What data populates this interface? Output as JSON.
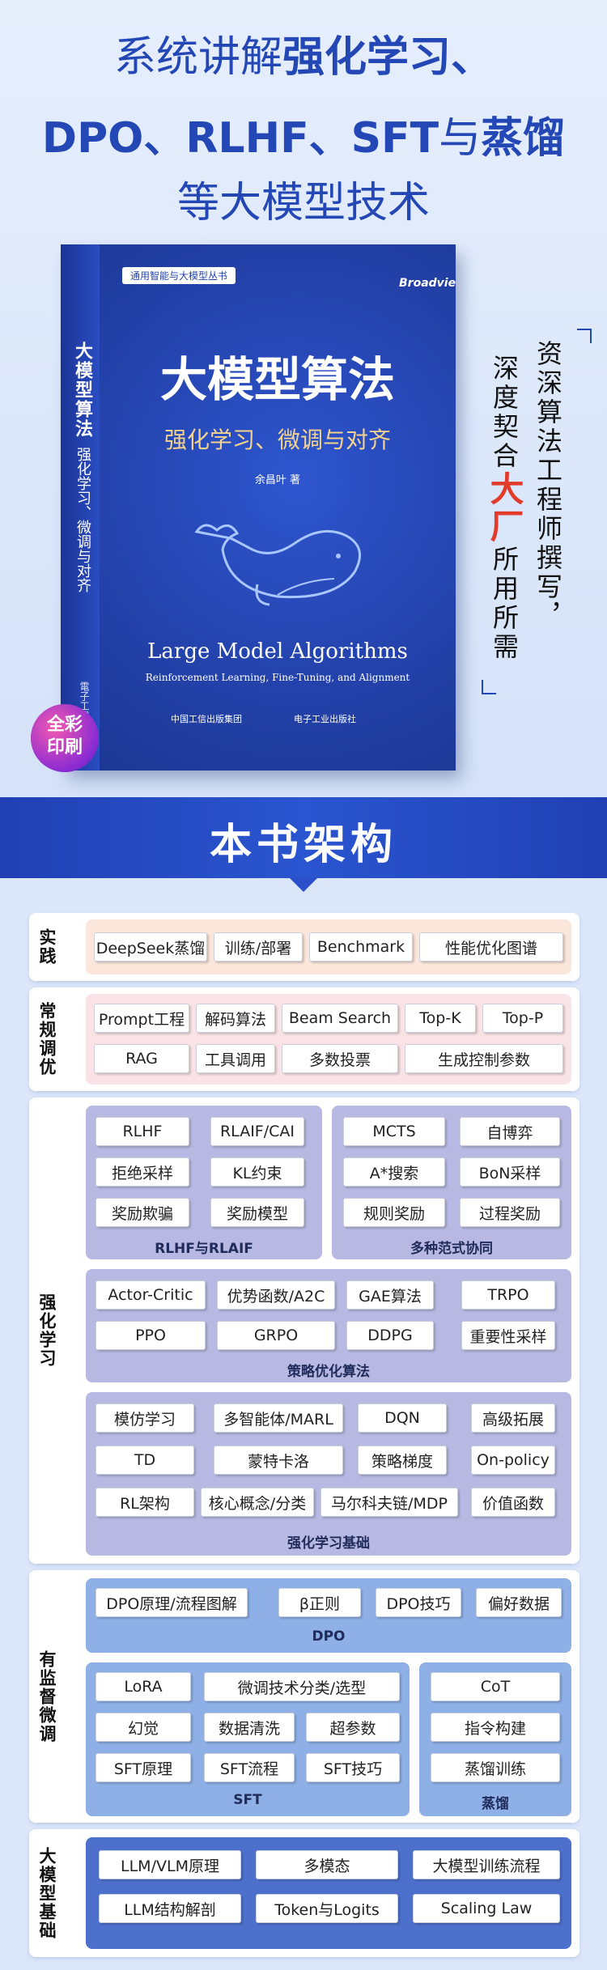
{
  "hero": {
    "line1_normal": "系统讲解",
    "line1_bold": "强化学习、",
    "line2_a": "DPO、RLHF、SFT",
    "line2_b": "与",
    "line2_c": "蒸馏",
    "line3": "等大模型技术"
  },
  "book": {
    "series": "通用智能与大模型丛书",
    "publisher_logo": "Broadview",
    "title": "大模型算法",
    "subtitle": "强化学习、微调与对齐",
    "author": "余昌叶 著",
    "title_en": "Large Model Algorithms",
    "subtitle_en": "Reinforcement Learning, Fine-Tuning, and Alignment",
    "publisher_1": "中国工信出版集团",
    "publisher_2": "电子工业出版社",
    "spine_title": "大模型算法",
    "spine_sub": "强化学习、微调与对齐",
    "spine_pub": "電子工業出版社"
  },
  "badge": {
    "line1": "全彩",
    "line2": "印刷"
  },
  "slogan": {
    "col1": "资深算法工程师撰写，",
    "col2_a": "深度契合",
    "col2_red": "大厂",
    "col2_b": "所用所需"
  },
  "banner": {
    "title": "本书架构"
  },
  "sections": {
    "practice": {
      "label": "实践",
      "chips": [
        "DeepSeek蒸馏",
        "训练/部署",
        "Benchmark",
        "性能优化图谱"
      ]
    },
    "regular": {
      "label": "常规调优",
      "row1": [
        "Prompt工程",
        "解码算法",
        "Beam Search",
        "Top-K",
        "Top-P"
      ],
      "row2": [
        "RAG",
        "工具调用",
        "多数投票",
        "生成控制参数"
      ]
    },
    "rl": {
      "label": "强化学习",
      "rlhf": {
        "title": "RLHF与RLAIF",
        "chips": [
          "RLHF",
          "RLAIF/CAI",
          "拒绝采样",
          "KL约束",
          "奖励欺骗",
          "奖励模型"
        ]
      },
      "multi": {
        "title": "多种范式协同",
        "chips": [
          "MCTS",
          "自博弈",
          "A*搜索",
          "BoN采样",
          "规则奖励",
          "过程奖励"
        ]
      },
      "policy": {
        "title": "策略优化算法",
        "chips": [
          "Actor-Critic",
          "优势函数/A2C",
          "GAE算法",
          "TRPO",
          "PPO",
          "GRPO",
          "DDPG",
          "重要性采样"
        ]
      },
      "basics": {
        "title": "强化学习基础",
        "row1": [
          "模仿学习",
          "多智能体/MARL",
          "DQN",
          "高级拓展"
        ],
        "row2": [
          "TD",
          "蒙特卡洛",
          "策略梯度",
          "On-policy"
        ],
        "row3": [
          "RL架构",
          "核心概念/分类",
          "马尔科夫链/MDP",
          "价值函数"
        ]
      }
    },
    "supervised": {
      "label": "有监督微调",
      "dpo": {
        "title": "DPO",
        "chips": [
          "DPO原理/流程图解",
          "β正则",
          "DPO技巧",
          "偏好数据"
        ]
      },
      "sft": {
        "title": "SFT",
        "row1": [
          "LoRA",
          "微调技术分类/选型"
        ],
        "row2": [
          "幻觉",
          "数据清洗",
          "超参数"
        ],
        "row3": [
          "SFT原理",
          "SFT流程",
          "SFT技巧"
        ]
      },
      "distill": {
        "title": "蒸馏",
        "chips": [
          "CoT",
          "指令构建",
          "蒸馏训练"
        ]
      }
    },
    "base": {
      "label": "大模型基础",
      "row1": [
        "LLM/VLM原理",
        "多模态",
        "大模型训练流程"
      ],
      "row2": [
        "LLM结构解剖",
        "Token与Logits",
        "Scaling Law"
      ]
    }
  }
}
